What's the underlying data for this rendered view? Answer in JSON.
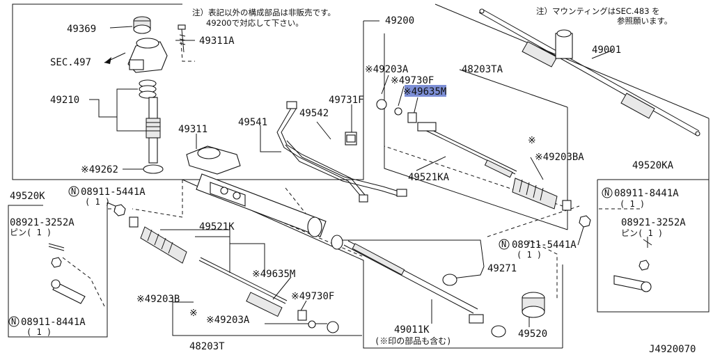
{
  "diagram_id": "J4920070",
  "notes": {
    "top_center_1": "注）表記以外の構成部品は非販売です。",
    "top_center_2": "49200で対応して下さい。",
    "top_right_1": "注）マウンティングはSEC.483 を",
    "top_right_2": "参照願います。"
  },
  "labels": {
    "p49369": "49369",
    "p49311A": "49311A",
    "sec497": "SEC.497",
    "p49210": "49210",
    "p49262": "※49262",
    "p49200": "49200",
    "p49311": "49311",
    "p49541": "49541",
    "p49542": "49542",
    "p49731F": "49731F",
    "p49203A_top": "※49203A",
    "p49730F_top": "※49730F",
    "p49635M_top": "※49635M",
    "p48203TA": "48203TA",
    "p49001": "49001",
    "p49203BA": "※49203BA",
    "p49521KA": "49521KA",
    "p49520KA": "49520KA",
    "p08911_8441A_r": "08911-8441A",
    "p08911_8441A_r_qty": "( 1 )",
    "p08921_3252A_r": "08921-3252A",
    "p08921_3252A_r_pin": "ピン( 1 )",
    "p08911_5441A_r": "08911-5441A",
    "p08911_5441A_r_qty": "( 1 )",
    "p49520K": "49520K",
    "p08911_5441A_l": "08911-5441A",
    "p08911_5441A_l_qty": "( 1 )",
    "p08921_3252A_l": "08921-3252A",
    "p08921_3252A_l_pin": "ピン( 1 )",
    "p08911_8441A_l": "08911-8441A",
    "p08911_8441A_l_qty": "( 1 )",
    "p49521K": "49521K",
    "p49635M_bot": "※49635M",
    "p49730F_bot": "※49730F",
    "p49203B": "※49203B",
    "p49203A_bot": "※49203A",
    "p48203T": "48203T",
    "p49271": "49271",
    "p49011K": "49011K",
    "p49011K_note": "(※印の部品も含む)",
    "p49520": "49520",
    "asterisk_mid": "※",
    "asterisk_right": "※",
    "n_mark": "N"
  },
  "colors": {
    "line": "#111111",
    "highlight": "#7d8fd6"
  }
}
